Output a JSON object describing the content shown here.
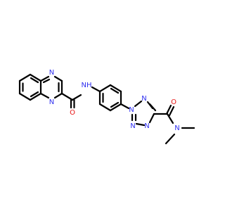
{
  "colors": {
    "bond": "#000000",
    "N": "#3030F0",
    "O": "#E81515",
    "background": "#FFFFFF"
  },
  "atoms": [
    {
      "el": "N",
      "label": "N"
    },
    {
      "el": "N",
      "label": "N"
    },
    {
      "el": "O",
      "label": "O"
    },
    {
      "el": "N",
      "label": "NH"
    },
    {
      "el": "N",
      "label": "N"
    },
    {
      "el": "N",
      "label": "N"
    },
    {
      "el": "N",
      "label": "N"
    },
    {
      "el": "N",
      "label": "N"
    },
    {
      "el": "O",
      "label": "O"
    },
    {
      "el": "N",
      "label": "N"
    }
  ]
}
